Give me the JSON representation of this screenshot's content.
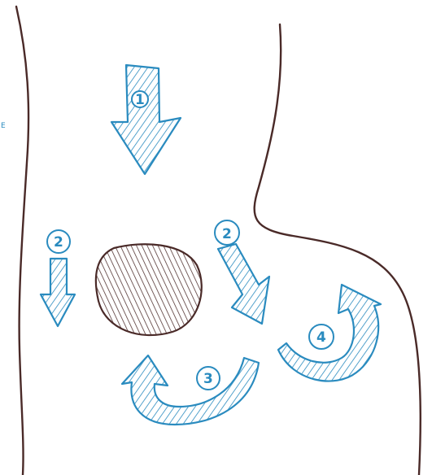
{
  "colors": {
    "ink_blue": "#2a8bbf",
    "ink_brown": "#4a2a28",
    "paper": "#ffffff"
  },
  "edge_text": [
    "E"
  ],
  "markers": [
    {
      "id": "arrow-1",
      "label": "1"
    },
    {
      "id": "arrow-2-left",
      "label": "2"
    },
    {
      "id": "arrow-2-right",
      "label": "2"
    },
    {
      "id": "arrow-3",
      "label": "3"
    },
    {
      "id": "arrow-4",
      "label": "4"
    }
  ]
}
